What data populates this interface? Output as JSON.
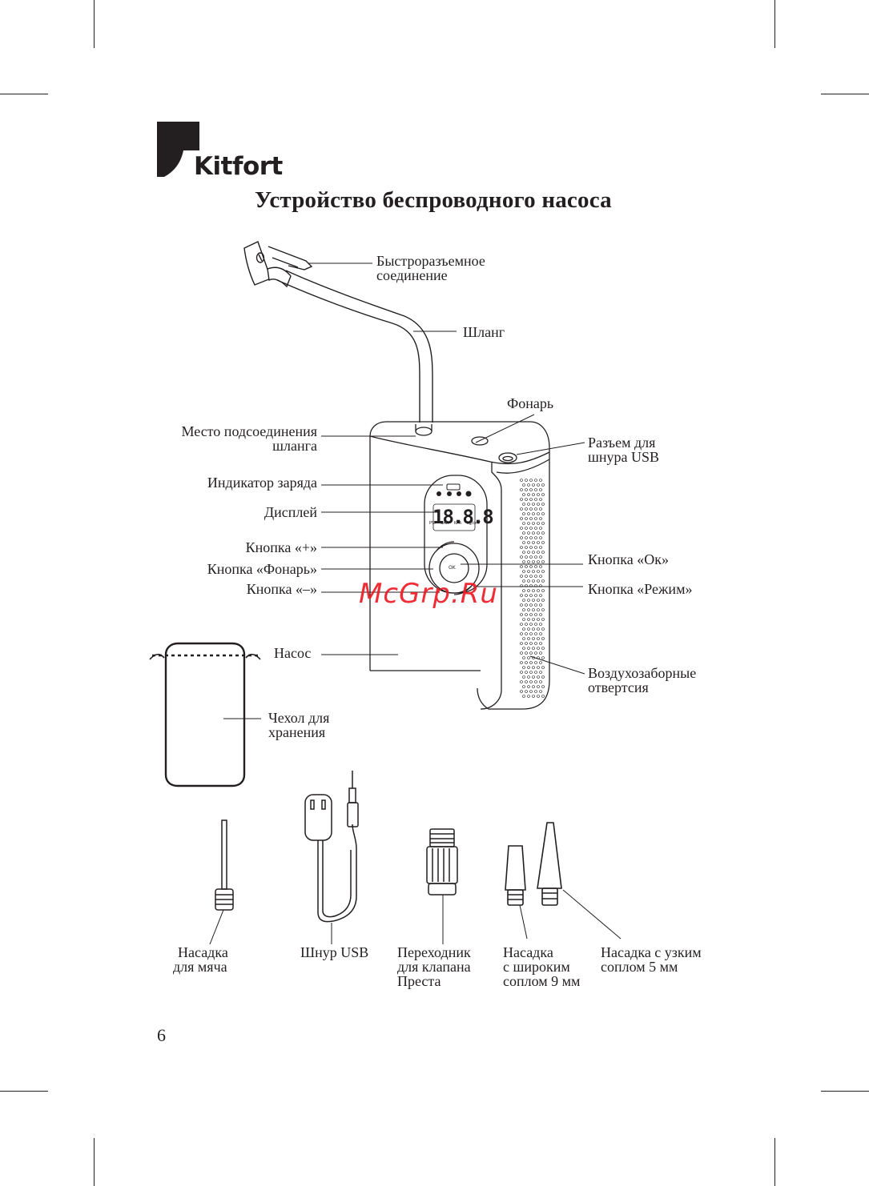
{
  "brand": {
    "name": "Kitfort"
  },
  "title": "Устройство беспроводного насоса",
  "labels": {
    "quick_connect": [
      "Быстроразъемное",
      "соединение"
    ],
    "hose": "Шланг",
    "flashlight": "Фонарь",
    "hose_connection": [
      "Место подсоединения",
      "шланга"
    ],
    "usb_port": [
      "Разъем для",
      "шнура USB"
    ],
    "charge_indicator": "Индикатор заряда",
    "display": "Дисплей",
    "button_plus": "Кнопка «+»",
    "button_ok": "Кнопка «Ок»",
    "button_flashlight": "Кнопка «Фонарь»",
    "button_minus": "Кнопка «–»",
    "button_mode": "Кнопка «Режим»",
    "pump": "Насос",
    "air_intake": [
      "Воздухозаборные",
      "отвертсия"
    ],
    "storage_bag": [
      "Чехол для",
      "хранения"
    ],
    "ball_nozzle": [
      "Насадка",
      "для мяча"
    ],
    "usb_cable": "Шнур USB",
    "presta_adapter": [
      "Переходник",
      "для клапана",
      "Преста"
    ],
    "wide_nozzle": [
      "Насадка",
      "с широким",
      "соплом 9 мм"
    ],
    "narrow_nozzle": [
      "Насадка с узким",
      "соплом 5 мм"
    ]
  },
  "display_readout": {
    "digits": "18.8.8",
    "units": [
      "PSI",
      "BAR",
      "KPA",
      "kg/cm²"
    ],
    "ok_label": "OK"
  },
  "page_number": "6",
  "watermark": "McGrp.Ru",
  "colors": {
    "ink": "#231f20",
    "watermark": "#ee1c25"
  }
}
